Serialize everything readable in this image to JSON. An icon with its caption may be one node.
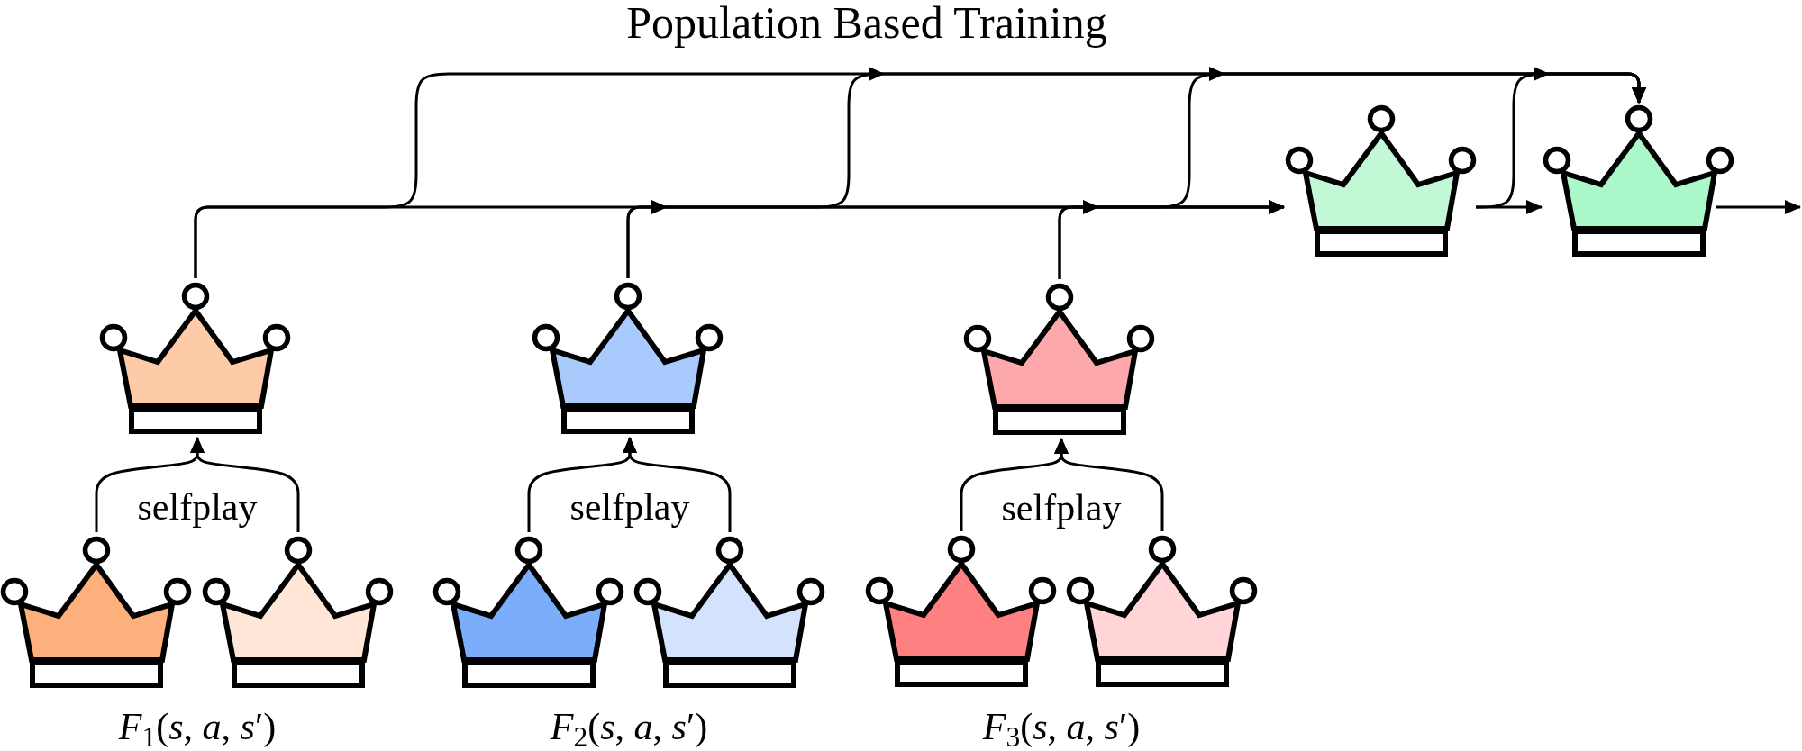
{
  "diagram": {
    "title": "Population Based Training",
    "nodes": [
      {
        "text": [],
        "shape": "crown"
      },
      {
        "text": [],
        "shape": "crown"
      },
      {
        "text": [],
        "shape": "crown"
      },
      {
        "text": [],
        "shape": "crown"
      },
      {
        "text": [],
        "shape": "crown"
      },
      {
        "text": [],
        "shape": "crown"
      },
      {
        "text": [],
        "shape": "crown"
      },
      {
        "text": [],
        "shape": "crown"
      },
      {
        "text": [],
        "shape": "crown"
      },
      {
        "text": [],
        "shape": "crown"
      },
      {
        "text": [],
        "shape": "crown"
      }
    ],
    "edges": [
      {
        "from": 5,
        "to": 2,
        "arrow": "to",
        "label": "selfplay"
      },
      {
        "from": 6,
        "to": 2,
        "arrow": "to"
      },
      {
        "from": 7,
        "to": 3,
        "arrow": "to",
        "label": "selfplay"
      },
      {
        "from": 8,
        "to": 3,
        "arrow": "to"
      },
      {
        "from": 9,
        "to": 4,
        "arrow": "to",
        "label": "selfplay"
      },
      {
        "from": 10,
        "to": 4,
        "arrow": "to"
      },
      {
        "from": 2,
        "to": 0,
        "arrow": "to"
      },
      {
        "from": 2,
        "to": 1,
        "arrow": "to"
      },
      {
        "from": 3,
        "to": 0,
        "arrow": "to"
      },
      {
        "from": 3,
        "to": 1,
        "arrow": "to"
      },
      {
        "from": 4,
        "to": 0,
        "arrow": "to"
      },
      {
        "from": 4,
        "to": 1,
        "arrow": "to"
      },
      {
        "from": 0,
        "to": 1,
        "arrow": "to"
      },
      {
        "from": 0,
        "to": 1,
        "arrow": "to"
      },
      {
        "from": 1,
        "to": null,
        "arrow": "to"
      }
    ],
    "labels": [
      "*F*$_{1}$(*s*, *a*, *s*′)",
      "*F*$_{2}$(*s*, *a*, *s*′)",
      "*F*$_{3}$(*s*, *a*, *s*′)"
    ]
  }
}
